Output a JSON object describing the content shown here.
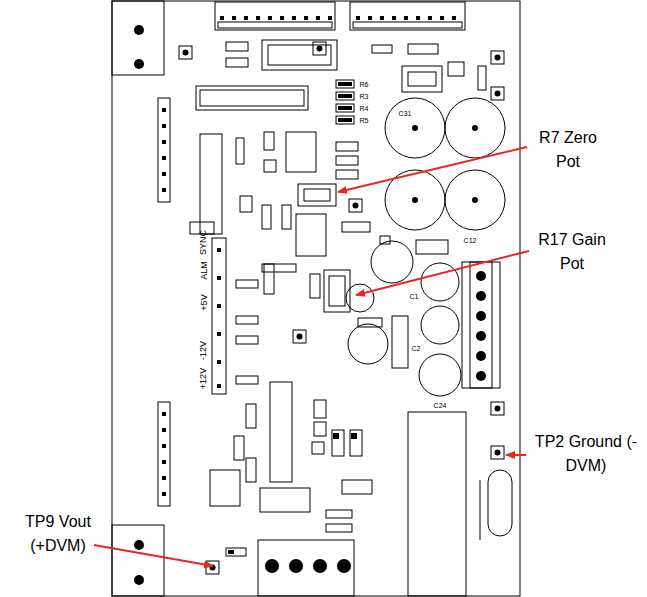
{
  "diagram": {
    "labels": [
      "R7 Zero Pot",
      "R17 Gain Pot",
      "TP2 Ground (-DVM)",
      "TP9 Vout (+DVM)",
      "+12V",
      "-12V",
      "+5V",
      "ALM",
      "SYNC",
      "C31",
      "C12",
      "C1",
      "C2",
      "C24",
      "R6",
      "R3",
      "R4",
      "R5"
    ]
  }
}
